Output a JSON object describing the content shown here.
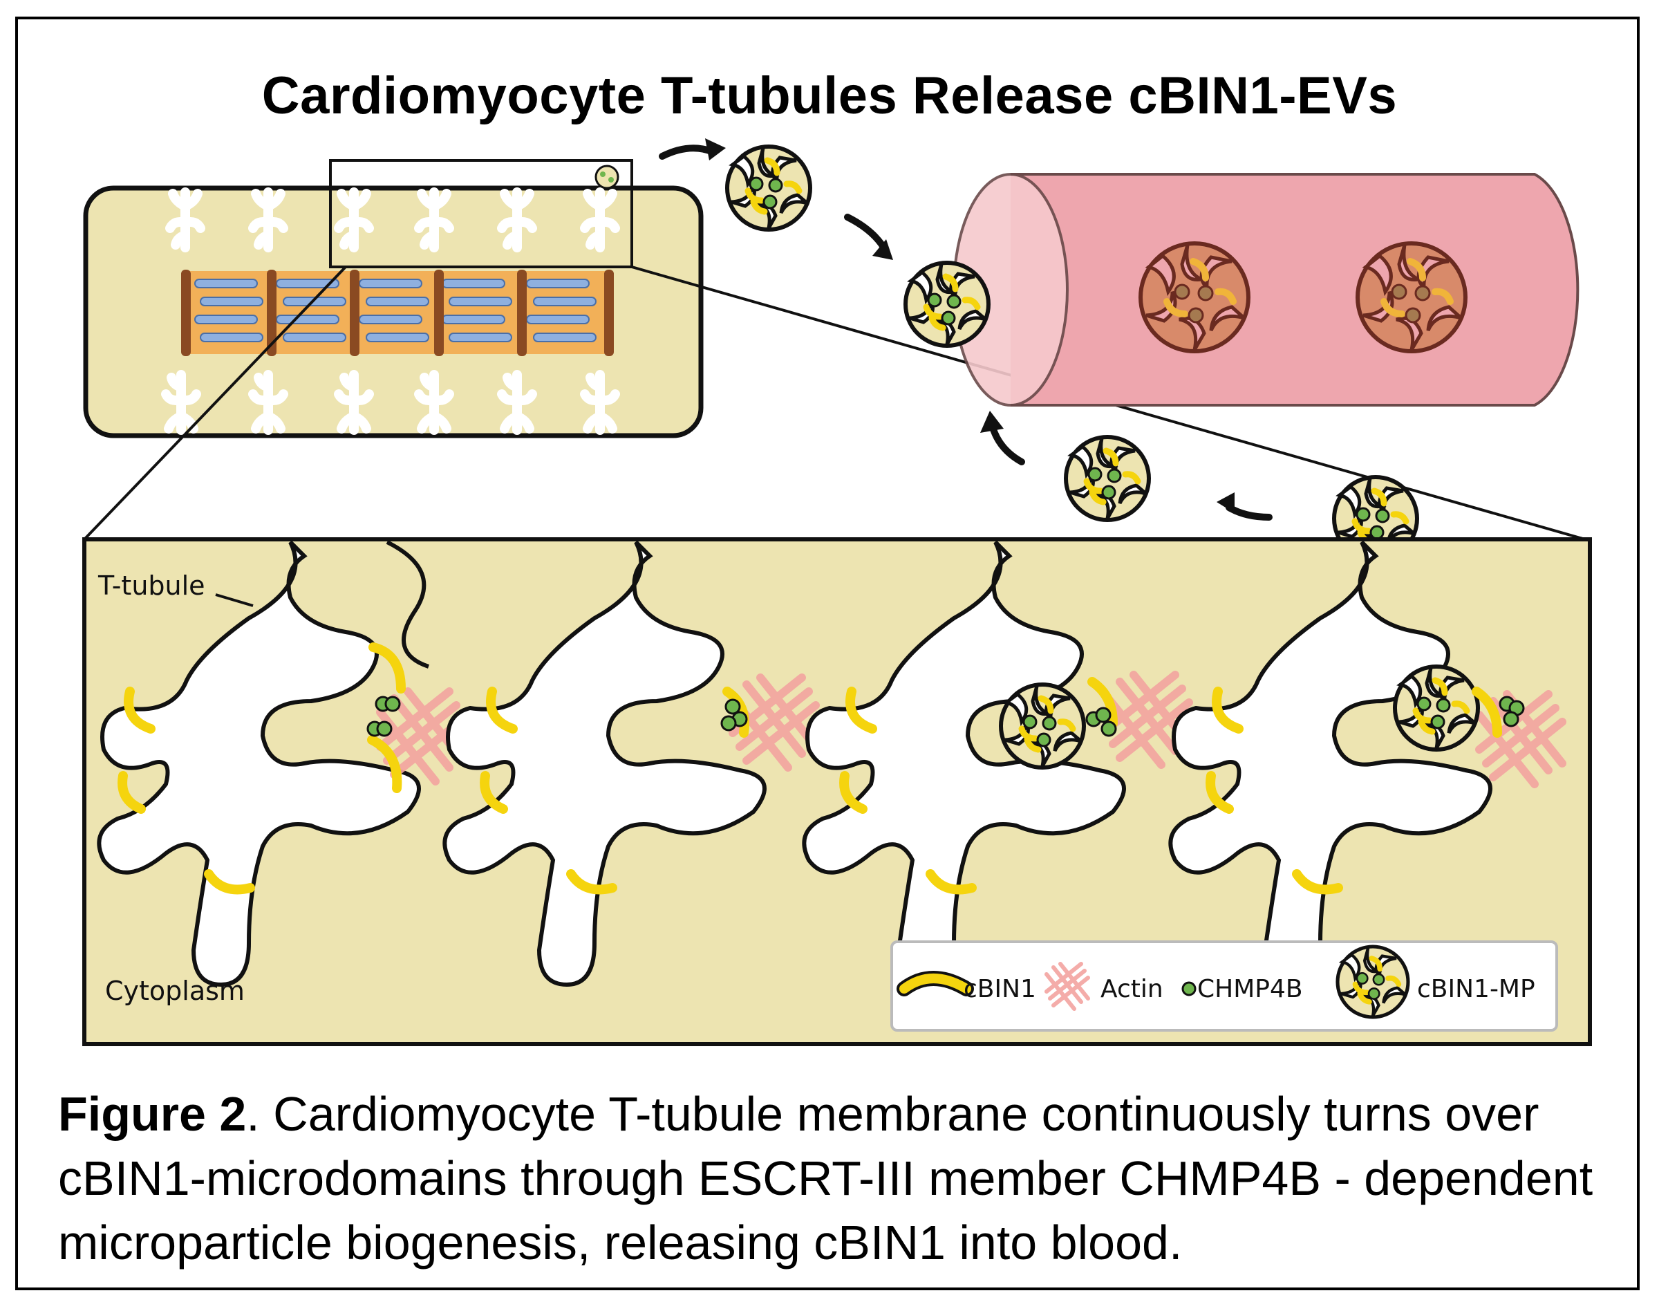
{
  "title": "Cardiomyocyte T-tubules Release cBIN1-EVs",
  "labels": {
    "ttubule": "T-tubule",
    "cytoplasm": "Cytoplasm"
  },
  "legend": {
    "cbin1": "cBIN1",
    "actin": "Actin",
    "chmp4b": "CHMP4B",
    "mp": "cBIN1-MP"
  },
  "caption": {
    "lead": "Figure 2",
    "text": ". Cardiomyocyte T-tubule membrane continuously turns over cBIN1-microdomains through ESCRT-III member CHMP4B - dependent microparticle biogenesis, releasing cBIN1 into blood."
  },
  "colors": {
    "cytoplasm": "#ede4b1",
    "membrane": "#111111",
    "cbin1": "#f5d40e",
    "actin": "#f3a4a0",
    "chmp4b": "#6fb64e",
    "vessel": "#eea6ae",
    "myofibril_orange": "#f2b058",
    "myofibril_blue": "#8fb0df",
    "z_disc": "#8a4a22"
  }
}
